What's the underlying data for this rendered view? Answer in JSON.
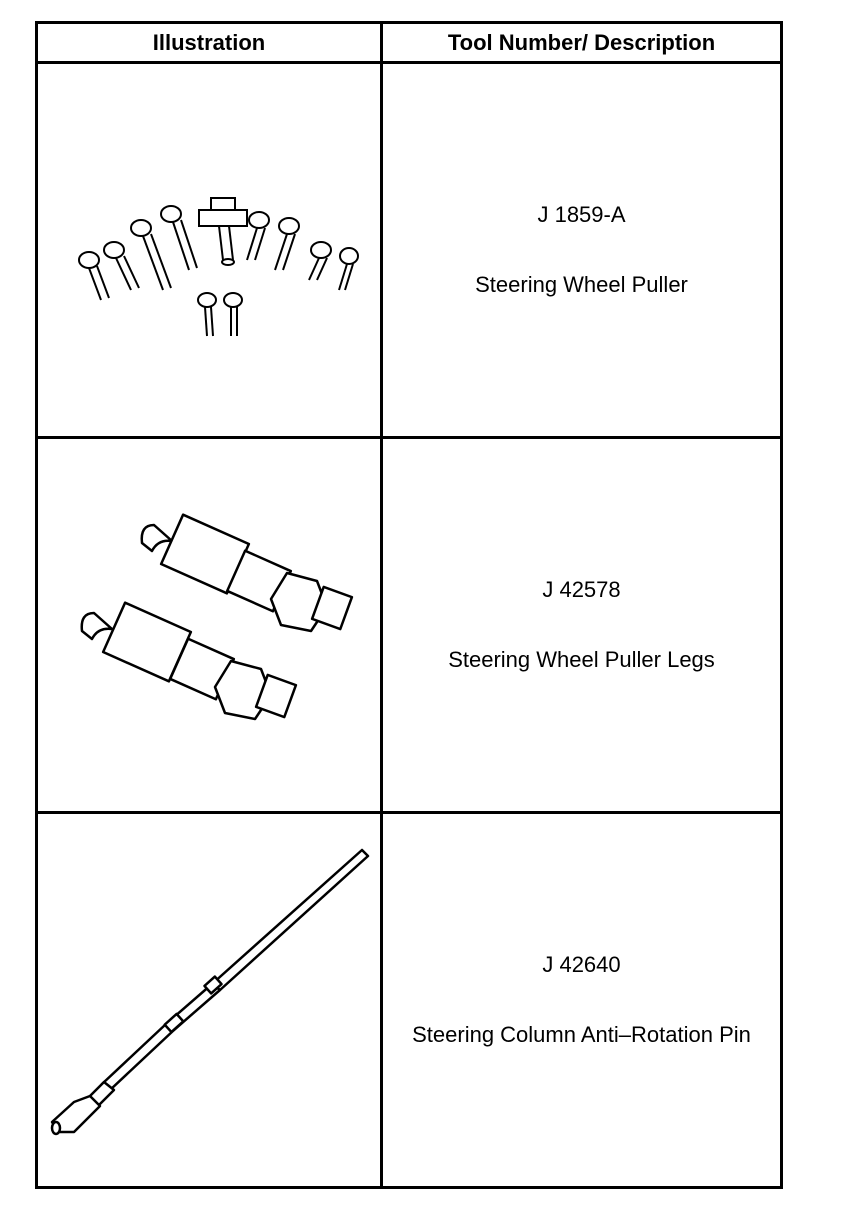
{
  "table": {
    "headers": {
      "illustration": "Illustration",
      "tool": "Tool Number/ Description"
    },
    "rows": [
      {
        "number": "J 1859-A",
        "description": "Steering Wheel Puller",
        "icon": "steering-wheel-puller-icon"
      },
      {
        "number": "J 42578",
        "description": "Steering Wheel Puller Legs",
        "icon": "puller-legs-icon"
      },
      {
        "number": "J 42640",
        "description": "Steering Column Anti–Rotation Pin",
        "icon": "anti-rotation-pin-icon"
      }
    ]
  }
}
